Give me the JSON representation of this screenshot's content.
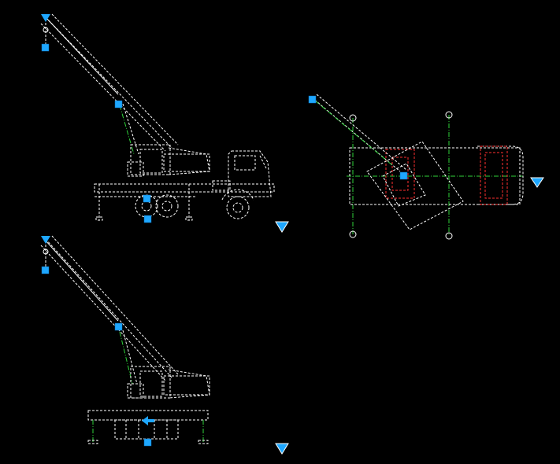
{
  "canvas": {
    "background": "#000000",
    "line_color": "#ffffff",
    "centerline_color": "#2fd33a",
    "hidden_color": "#ff3030",
    "grip_color": "#1ea7ff"
  },
  "views": [
    {
      "id": "side-view-truck-crane",
      "grip_count": 5,
      "has_flip_arrow": false
    },
    {
      "id": "top-view-truck-crane",
      "grip_count": 2,
      "has_flip_arrow": false
    },
    {
      "id": "side-view-outriggers-deployed",
      "grip_count": 4,
      "has_flip_arrow": true
    }
  ],
  "icons": {
    "grip": "square-grip-icon",
    "lookup": "lookup-triangle-icon",
    "flip": "flip-arrow-icon"
  }
}
